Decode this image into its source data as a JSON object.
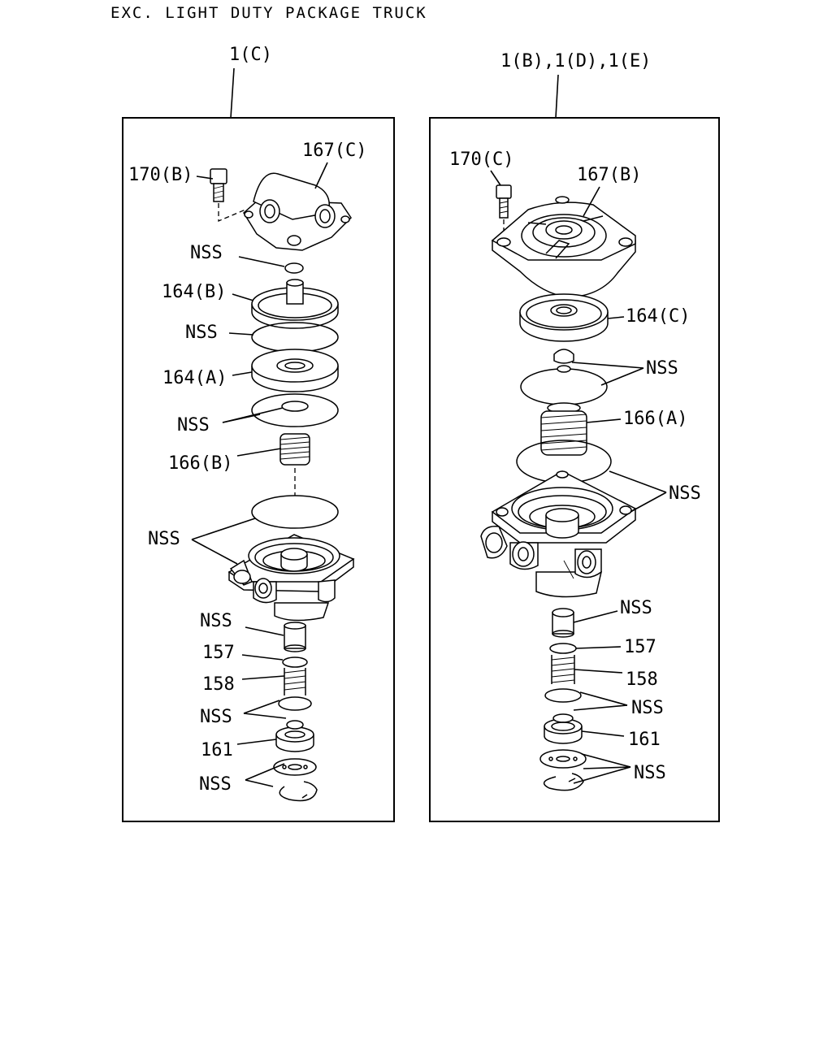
{
  "header": {
    "text": "EXC. LIGHT DUTY PACKAGE TRUCK"
  },
  "left_panel": {
    "title": "1(C)",
    "labels": {
      "bolt": "170(B)",
      "cover": "167(C)",
      "nss_ring": "NSS",
      "diaphragm_b": "164(B)",
      "nss_disc1": "NSS",
      "diaphragm_a": "164(A)",
      "nss_disc2": "NSS",
      "spring": "166(B)",
      "nss_body": "NSS",
      "nss_sleeve": "NSS",
      "part157": "157",
      "part158": "158",
      "nss_ring2": "NSS",
      "part161": "161",
      "nss_clip": "NSS"
    }
  },
  "right_panel": {
    "title": "1(B),1(D),1(E)",
    "labels": {
      "bolt": "170(C)",
      "cover": "167(B)",
      "diaphragm": "164(C)",
      "nss_disc1": "NSS",
      "spring": "166(A)",
      "nss_body": "NSS",
      "nss_sleeve": "NSS",
      "part157": "157",
      "part158": "158",
      "nss_ring2": "NSS",
      "part161": "161",
      "nss_clip": "NSS"
    }
  }
}
